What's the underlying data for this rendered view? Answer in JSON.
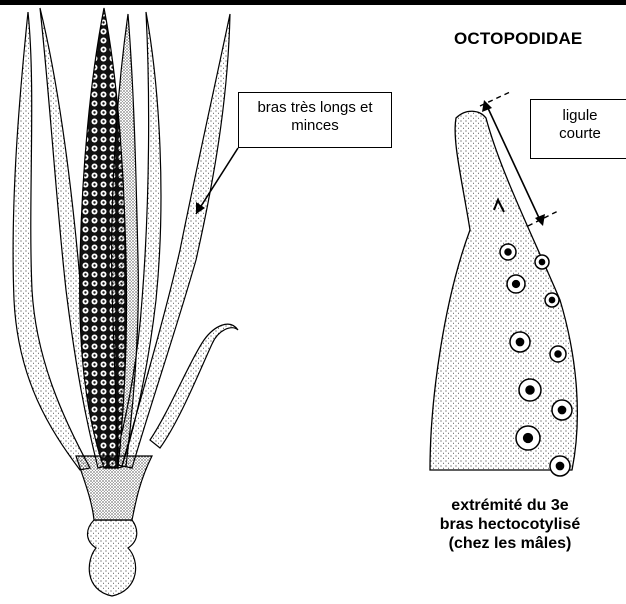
{
  "title": "OCTOPODIDAE",
  "label_arms": {
    "line1": "bras très longs et",
    "line2": "minces"
  },
  "label_ligula": {
    "line1": "ligule",
    "line2": "courte"
  },
  "caption": {
    "line1": "extrémité du 3e",
    "line2": "bras hectocotylisé",
    "line3": "(chez les mâles)"
  }
}
